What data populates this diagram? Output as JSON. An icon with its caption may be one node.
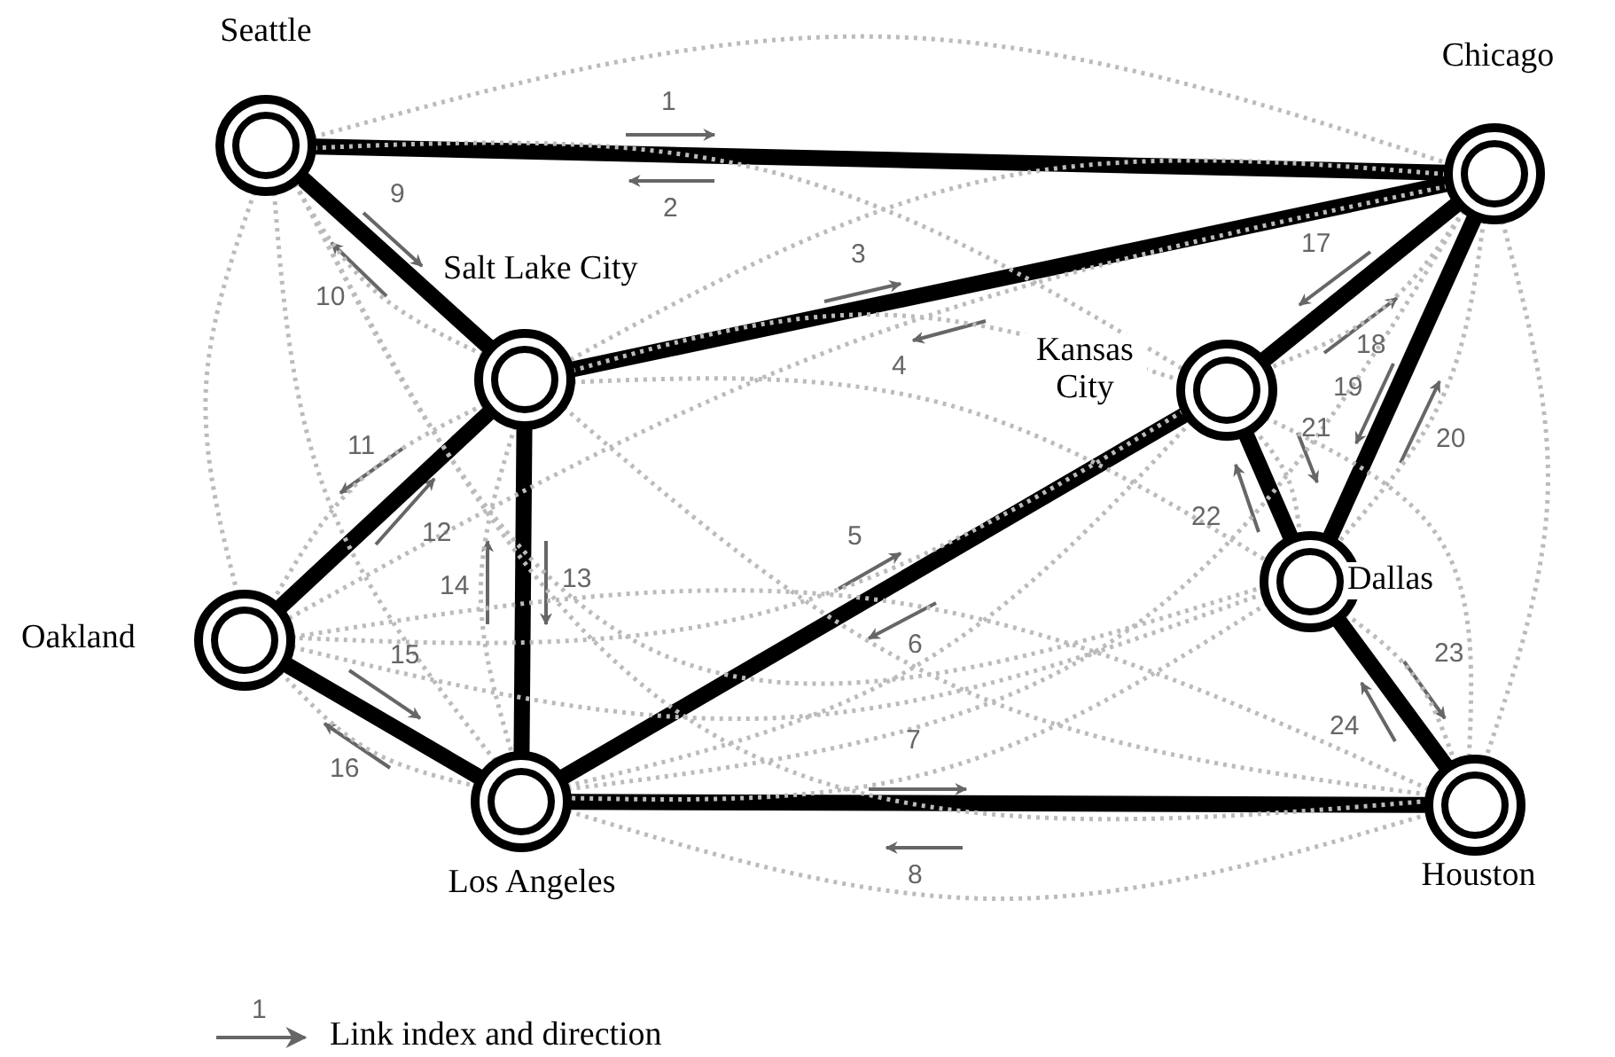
{
  "diagram": {
    "nodes": [
      {
        "text": [
          "Seattle"
        ]
      },
      {
        "text": [
          "Chicago"
        ]
      },
      {
        "text": [
          "Salt Lake City"
        ]
      },
      {
        "text": [
          "Kansas City"
        ]
      },
      {
        "text": [
          "Oakland"
        ]
      },
      {
        "text": [
          "Dallas"
        ]
      },
      {
        "text": [
          "Los Angeles"
        ]
      },
      {
        "text": [
          "Houston"
        ]
      }
    ],
    "edges": [
      {
        "from": 0,
        "to": 1,
        "arrow": "none",
        "style": "thick",
        "color": "#000000"
      },
      {
        "from": 0,
        "to": 2,
        "arrow": "none",
        "style": "thick",
        "color": "#000000"
      },
      {
        "from": 2,
        "to": 1,
        "arrow": "none",
        "style": "thick",
        "color": "#000000"
      },
      {
        "from": 3,
        "to": 1,
        "arrow": "none",
        "style": "thick",
        "color": "#000000"
      },
      {
        "from": 5,
        "to": 1,
        "arrow": "none",
        "style": "thick",
        "color": "#000000"
      },
      {
        "from": 2,
        "to": 4,
        "arrow": "none",
        "style": "thick",
        "color": "#000000"
      },
      {
        "from": 2,
        "to": 6,
        "arrow": "none",
        "style": "thick",
        "color": "#000000"
      },
      {
        "from": 3,
        "to": 5,
        "arrow": "none",
        "style": "thick",
        "color": "#000000"
      },
      {
        "from": 4,
        "to": 6,
        "arrow": "none",
        "style": "thick",
        "color": "#000000"
      },
      {
        "from": 6,
        "to": 3,
        "arrow": "none",
        "style": "thick",
        "color": "#000000"
      },
      {
        "from": 6,
        "to": 7,
        "arrow": "none",
        "style": "thick",
        "color": "#000000"
      },
      {
        "from": 5,
        "to": 7,
        "arrow": "none",
        "style": "thick",
        "color": "#000000"
      },
      {
        "from": 0,
        "to": 1,
        "arrow": "none",
        "style": "dashed"
      },
      {
        "from": 0,
        "to": 2,
        "arrow": "none",
        "style": "dashed"
      },
      {
        "from": 0,
        "to": 3,
        "arrow": "none",
        "style": "dashed"
      },
      {
        "from": 0,
        "to": 4,
        "arrow": "none",
        "style": "dashed"
      },
      {
        "from": 0,
        "to": 5,
        "arrow": "none",
        "style": "dashed"
      },
      {
        "from": 0,
        "to": 6,
        "arrow": "none",
        "style": "dashed"
      },
      {
        "from": 0,
        "to": 7,
        "arrow": "none",
        "style": "dashed"
      },
      {
        "from": 1,
        "to": 2,
        "arrow": "none",
        "style": "dashed"
      },
      {
        "from": 1,
        "to": 3,
        "arrow": "none",
        "style": "dashed"
      },
      {
        "from": 1,
        "to": 4,
        "arrow": "none",
        "style": "dashed"
      },
      {
        "from": 1,
        "to": 5,
        "arrow": "none",
        "style": "dashed"
      },
      {
        "from": 1,
        "to": 6,
        "arrow": "none",
        "style": "dashed"
      },
      {
        "from": 1,
        "to": 7,
        "arrow": "none",
        "style": "dashed"
      },
      {
        "from": 2,
        "to": 3,
        "arrow": "none",
        "style": "dashed"
      },
      {
        "from": 2,
        "to": 4,
        "arrow": "none",
        "style": "dashed"
      },
      {
        "from": 2,
        "to": 5,
        "arrow": "none",
        "style": "dashed"
      },
      {
        "from": 2,
        "to": 6,
        "arrow": "none",
        "style": "dashed"
      },
      {
        "from": 2,
        "to": 7,
        "arrow": "none",
        "style": "dashed"
      },
      {
        "from": 3,
        "to": 4,
        "arrow": "none",
        "style": "dashed"
      },
      {
        "from": 3,
        "to": 5,
        "arrow": "none",
        "style": "dashed"
      },
      {
        "from": 3,
        "to": 6,
        "arrow": "none",
        "style": "dashed"
      },
      {
        "from": 3,
        "to": 7,
        "arrow": "none",
        "style": "dashed"
      },
      {
        "from": 4,
        "to": 5,
        "arrow": "none",
        "style": "dashed"
      },
      {
        "from": 4,
        "to": 6,
        "arrow": "none",
        "style": "dashed"
      },
      {
        "from": 4,
        "to": 7,
        "arrow": "none",
        "style": "dashed"
      },
      {
        "from": 5,
        "to": 6,
        "arrow": "none",
        "style": "dashed"
      },
      {
        "from": 5,
        "to": 7,
        "arrow": "none",
        "style": "dashed"
      },
      {
        "from": 6,
        "to": 7,
        "arrow": "none",
        "style": "dashed"
      }
    ],
    "labels": [
      "1",
      "2",
      "3",
      "4",
      "5",
      "6",
      "7",
      "8",
      "9",
      "10",
      "11",
      "12",
      "13",
      "14",
      "15",
      "16",
      "17",
      "18",
      "19",
      "20",
      "21",
      "22",
      "23",
      "24",
      "1"
    ],
    "legend": [
      {
        "text": "Link index and direction"
      }
    ]
  }
}
